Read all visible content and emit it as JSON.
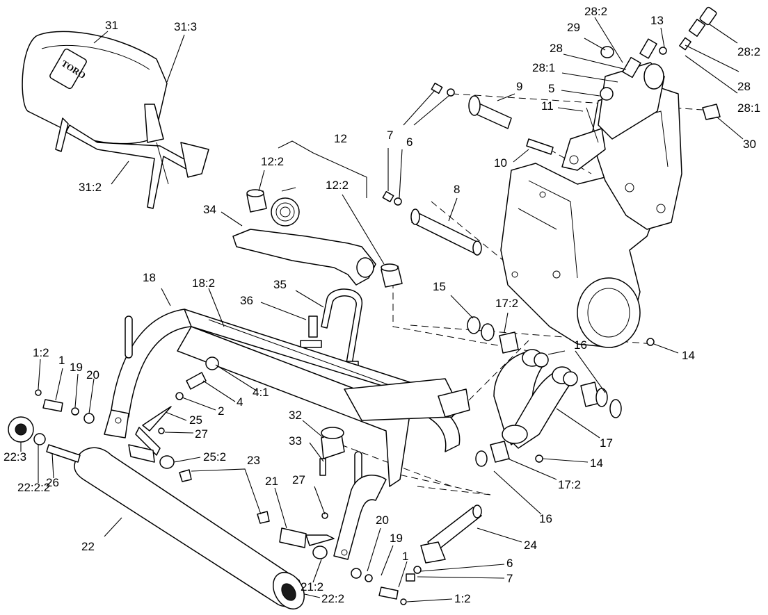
{
  "brand": {
    "logo_text": "TORO"
  },
  "callouts": [
    "31",
    "31:3",
    "31:2",
    "12",
    "12:2",
    "12:2",
    "34",
    "7",
    "6",
    "9",
    "7",
    "6",
    "8",
    "28:2",
    "29",
    "13",
    "28:2",
    "28",
    "28:1",
    "5",
    "11",
    "10",
    "28",
    "28:1",
    "30",
    "18",
    "18:2",
    "35",
    "36",
    "15",
    "17:2",
    "16",
    "14",
    "1:2",
    "1",
    "19",
    "20",
    "4:1",
    "4",
    "2",
    "25",
    "27",
    "32",
    "33",
    "17",
    "14",
    "25:2",
    "23",
    "22:3",
    "22:2:2",
    "26",
    "21",
    "27",
    "17:2",
    "16",
    "20",
    "19",
    "24",
    "22",
    "1",
    "6",
    "7",
    "21:2",
    "22:2",
    "1:2"
  ]
}
